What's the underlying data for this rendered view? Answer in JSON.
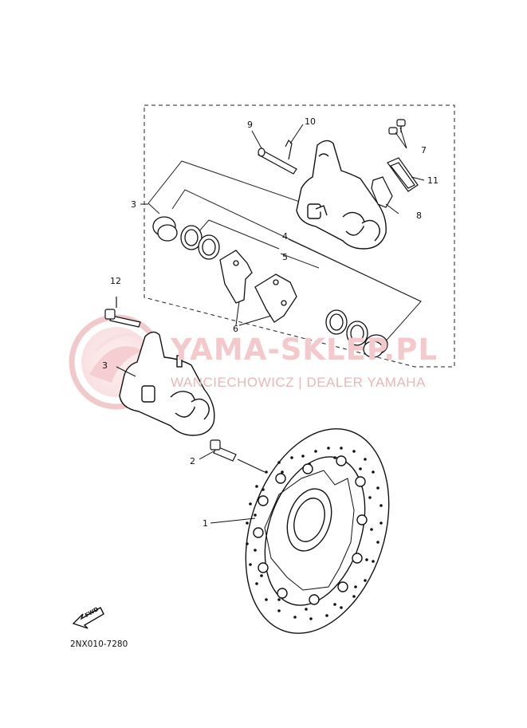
{
  "watermark": {
    "title": "YAMA-SKLEP.PL",
    "subtitle": "WANCIECHOWICZ | DEALER YAMAHA",
    "color": "#f0c4c6"
  },
  "callouts": [
    {
      "id": "c1",
      "text": "1"
    },
    {
      "id": "c2",
      "text": "2"
    },
    {
      "id": "c3a",
      "text": "3"
    },
    {
      "id": "c3b",
      "text": "3"
    },
    {
      "id": "c4",
      "text": "4"
    },
    {
      "id": "c5",
      "text": "5"
    },
    {
      "id": "c6",
      "text": "6"
    },
    {
      "id": "c7",
      "text": "7"
    },
    {
      "id": "c8",
      "text": "8"
    },
    {
      "id": "c9",
      "text": "9"
    },
    {
      "id": "c10",
      "text": "10"
    },
    {
      "id": "c11",
      "text": "11"
    },
    {
      "id": "c12",
      "text": "12"
    }
  ],
  "diagram_code": "2NX010-7280",
  "fwd_label": "FWD"
}
